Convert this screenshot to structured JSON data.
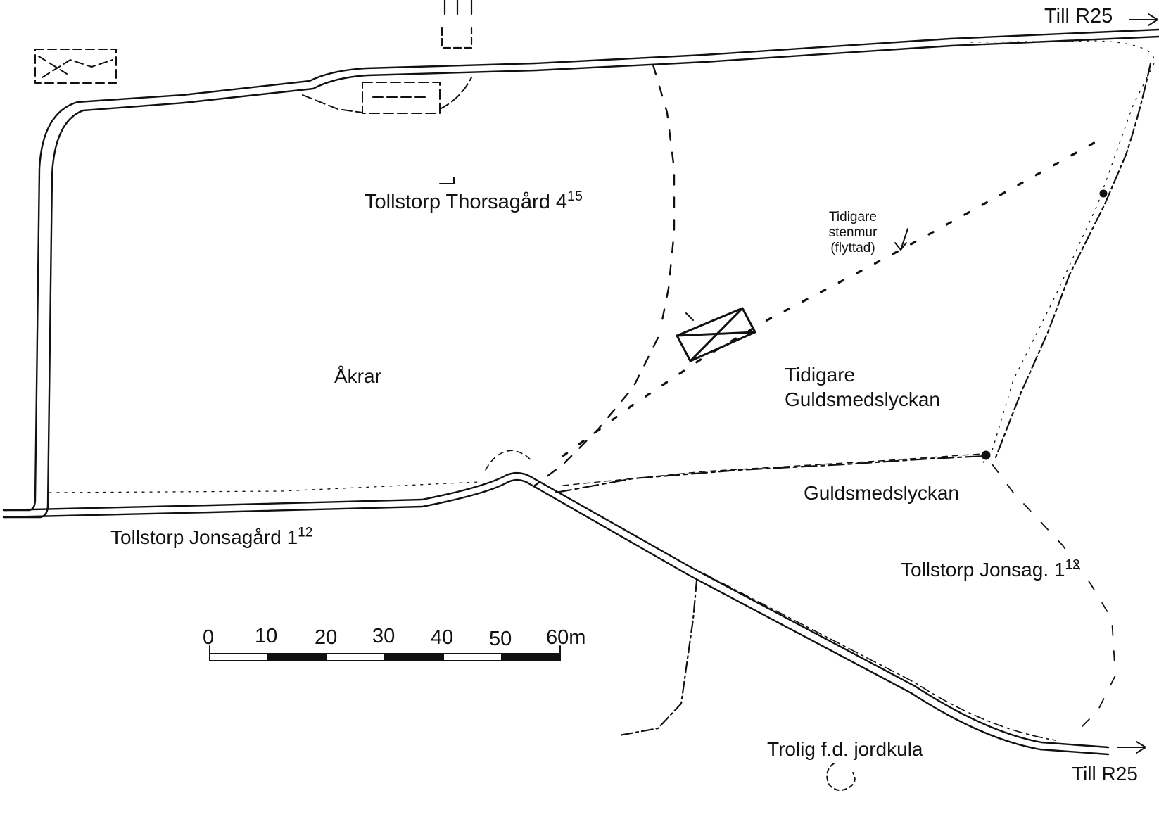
{
  "labels": {
    "till_r25_top": "Till R25",
    "thorsagard_name": "Tollstorp Thorsagård 4",
    "thorsagard_sup": "15",
    "stenmur_line1": "Tidigare",
    "stenmur_line2": "stenmur",
    "stenmur_line3": "(flyttad)",
    "akrar": "Åkrar",
    "tidigare_guld_line1": "Tidigare",
    "tidigare_guld_line2": "Guldsmedslyckan",
    "guldsmedslyckan": "Guldsmedslyckan",
    "jonsagard_name": "Tollstorp Jonsagård 1",
    "jonsagard_sup": "12",
    "jonsag_name": "Tollstorp Jonsag. 1",
    "jonsag_sup": "12",
    "jordkula": "Trolig f.d. jordkula",
    "till_r25_bottom": "Till R25"
  },
  "scale_bar": {
    "ticks": [
      "0",
      "10",
      "20",
      "30",
      "40",
      "50",
      "60m"
    ]
  },
  "colors": {
    "ink": "#111111",
    "background": "#ffffff"
  }
}
